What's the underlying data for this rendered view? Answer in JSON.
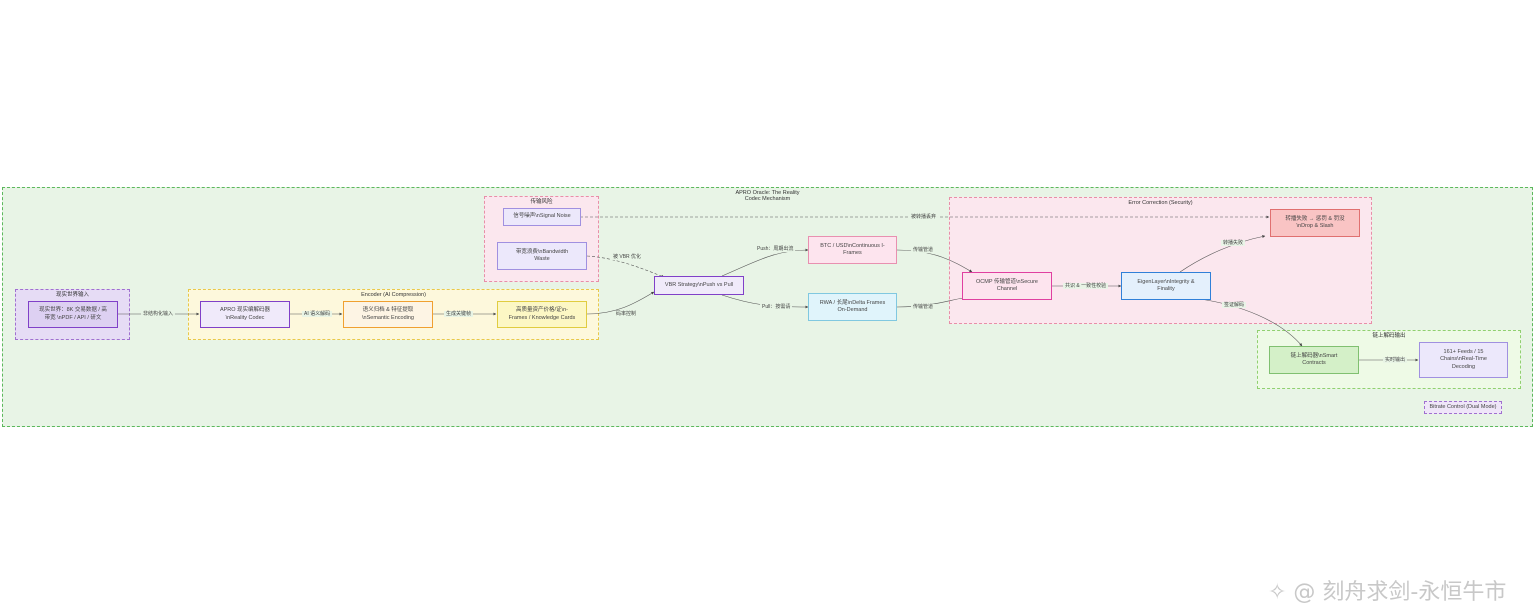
{
  "diagram": {
    "title": "APRO Oracle: The Reality\nCodec Mechanism",
    "clusters": {
      "input": "现实世界输入",
      "risk": "传输风险",
      "encoder": "Encoder (AI Compression)",
      "error": "Error Correction (Security)",
      "output": "链上解码输出"
    },
    "nodes": {
      "raw": "现实世界：8K 交易数据 / 高\n带宽 \\nPDF / API / 研文",
      "codec": "APRO 现实编解码器\n\\nReality Codec",
      "semantic": "语义归档 & 特征提取\n\\nSemantic Encoding",
      "frames": "高质量资产价格/证\\n-\nFrames / Knowledge Cards",
      "noise": "信号噪声\\nSignal Noise",
      "waste": "带宽浪费\\nBandwidth\nWaste",
      "vbr": "VBR Strategy\\nPush vs Pull",
      "btc": "BTC / USD\\nContinuous I-\nFrames",
      "rwa": "RWA / 长尾\\nDelta Frames\nOn-Demand",
      "ocmp": "OCMP 传输管道\\nSecure\nChannel",
      "eigen": "EigenLayer\\nIntegrity &\nFinality",
      "slash": "转播失败 → 惩罚 & 罚没\n\\nDrop & Slash",
      "smart": "链上解码器\\nSmart\nContracts",
      "feeds": "161+ Feeds / 15\nChains\\nReal-Time\nDecoding",
      "bitrate": "Bitrate Control (Dual Mode)"
    },
    "edges": {
      "e1": "非结构化输入",
      "e2": "AI 语义解码",
      "e3": "生成关键帧",
      "e4": "码率控制",
      "e5": "被 VBR 优化",
      "e6": "Push：周期出流",
      "e7": "Pull：按需请",
      "e8": "传输管道",
      "e9": "传输管道",
      "e10": "共识 & 一致性校验",
      "e11": "转播失败",
      "e12": "签证解码",
      "e13": "实时输出",
      "e14": "被转播丢弃"
    }
  }
}
